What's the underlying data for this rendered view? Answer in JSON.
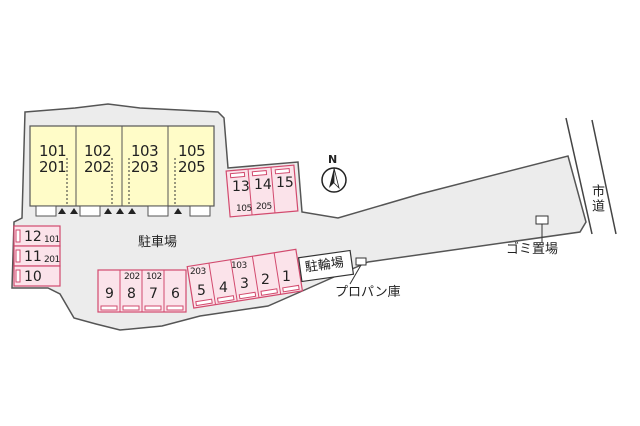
{
  "building": {
    "units": [
      {
        "upper": "101",
        "lower": "201"
      },
      {
        "upper": "102",
        "lower": "202"
      },
      {
        "upper": "103",
        "lower": "203"
      },
      {
        "upper": "105",
        "lower": "205"
      }
    ]
  },
  "parking": {
    "area_label": "駐車場",
    "spaces": [
      "1",
      "2",
      "3",
      "4",
      "5",
      "6",
      "7",
      "8",
      "9",
      "10",
      "11",
      "12",
      "13",
      "14",
      "15"
    ],
    "assignments": [
      {
        "space": "12",
        "unit": "101"
      },
      {
        "space": "11",
        "unit": "201"
      },
      {
        "space": "13",
        "unit": "105"
      },
      {
        "space": "14",
        "unit": "205"
      },
      {
        "space": "8",
        "unit": "202"
      },
      {
        "space": "7",
        "unit": "102"
      },
      {
        "space": "5",
        "unit": "203"
      },
      {
        "space": "3",
        "unit": "103"
      }
    ]
  },
  "facilities": {
    "bicycle": "駐輪場",
    "propane": "プロパン庫",
    "garbage": "ゴミ置場",
    "city_road": "市道"
  },
  "compass": {
    "label": "N"
  },
  "colors": {
    "building_fill": "#fffcc8",
    "parking_fill": "#fbe3ea",
    "parking_stroke": "#d24a6e",
    "lot_fill": "#ececec",
    "lot_stroke": "#555555"
  }
}
